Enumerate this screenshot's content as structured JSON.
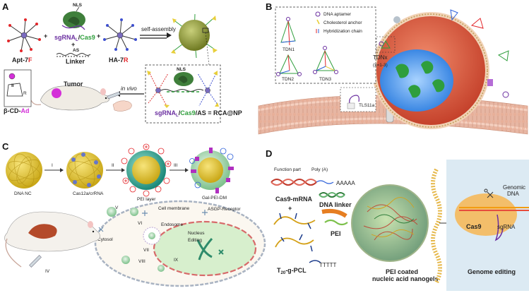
{
  "panels": {
    "A": {
      "letter": "A",
      "apt": {
        "text": "Apt-7",
        "suffix": "F"
      },
      "plus1": "+",
      "plus2": "+",
      "plus3": "+",
      "nls": "NLS",
      "sgrna": "sgRNA",
      "sub_l": "L",
      "slash1": "/",
      "cas9": "Cas9",
      "as": "AS",
      "linker": "Linker",
      "ha": {
        "text": "HA-7",
        "suffix": "R"
      },
      "self_assembly": "self-assembly",
      "in_vivo": "in vivo",
      "tumor": "Tumor",
      "roman_ii": "II",
      "cd": {
        "prefix": "β-CD-",
        "suffix": "Ad"
      },
      "r_small": "R",
      "nls2": "NLS",
      "formula": {
        "sg": "sgRNA",
        "l": "L",
        "slash1": "/",
        "cas9": "Cas9",
        "slash2": "/",
        "as": "AS",
        "eq": " = RCA@NP"
      }
    },
    "B": {
      "letter": "B",
      "legend": [
        "DNA aptamer",
        "Cholesterol anchor",
        "Hybridization chain"
      ],
      "tdn1": "TDN1",
      "tdn2": "TDN2",
      "tdn3": "TDN3",
      "tdnx": "TDNx",
      "tdnx_sub": "(x=1-3)",
      "tls": "TLS11a"
    },
    "C": {
      "letter": "C",
      "steps": [
        "I",
        "II",
        "III"
      ],
      "dna_nc": "DNA NC",
      "cas12a": "Cas12a/crRNA",
      "pei_layer": "PEI layer",
      "gal_pei": "Gal-PEI-DM",
      "cell_membrane": "Cell membrane",
      "asgp": "ASGP-Receptor",
      "cytosol": "Cytosol",
      "endosome": "Endosome",
      "nucleus": "Nucleus",
      "editing": "Editing",
      "iv": "IV",
      "roman": [
        "V",
        "VI",
        "VII",
        "VIII",
        "IX"
      ]
    },
    "D": {
      "letter": "D",
      "function_part": "Function part",
      "polya": "Poly (A)",
      "aaaaa": "AAAAA",
      "genomic_dna": "Genomic DNA",
      "cas9_mrna": "Cas9-mRNA",
      "dna_linker": "DNA linker",
      "plus": "+",
      "sgrna": "sgRNA",
      "cas9": "Cas9",
      "pei": "PEI",
      "tttt": "TTTTT",
      "pcl": {
        "t": "T",
        "sub": "20",
        "rest": "-g-PCL"
      },
      "nanogel": "PEI coated\nnucleic acid nanogels",
      "genome_editing": "Genome editing"
    }
  },
  "colors": {
    "red": "#e3262a",
    "magenta": "#d42fd8",
    "green": "#2f9e3c",
    "purple": "#6b2fa0",
    "blue": "#2b5fd9",
    "yellow": "#e8cf3a",
    "navy": "#1a3a8a"
  }
}
